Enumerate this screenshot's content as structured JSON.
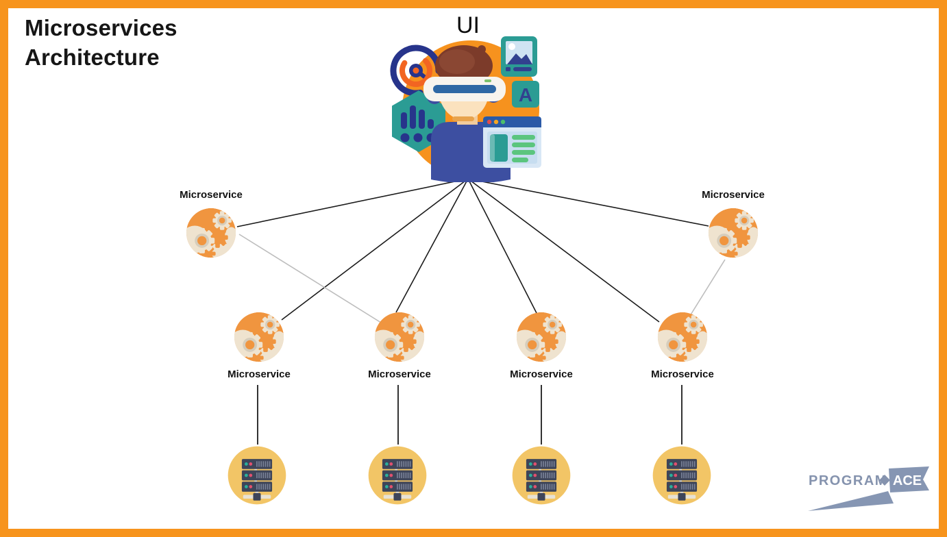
{
  "title": {
    "line1": "Microservices",
    "line2": "Architecture"
  },
  "ui_node": {
    "label": "UI",
    "letter_tile": "A"
  },
  "nodes": [
    {
      "id": "ms-top-left",
      "label": "Microservice"
    },
    {
      "id": "ms-top-right",
      "label": "Microservice"
    },
    {
      "id": "ms-mid-1",
      "label": "Microservice"
    },
    {
      "id": "ms-mid-2",
      "label": "Microservice"
    },
    {
      "id": "ms-mid-3",
      "label": "Microservice"
    },
    {
      "id": "ms-mid-4",
      "label": "Microservice"
    }
  ],
  "servers": [
    {
      "id": "server-1",
      "icon": "server-icon"
    },
    {
      "id": "server-2",
      "icon": "server-icon"
    },
    {
      "id": "server-3",
      "icon": "server-icon"
    },
    {
      "id": "server-4",
      "icon": "server-icon"
    }
  ],
  "edges": {
    "black": [
      [
        683,
        261,
        346,
        331
      ],
      [
        683,
        261,
        411,
        467
      ],
      [
        683,
        261,
        578,
        456
      ],
      [
        683,
        261,
        783,
        457
      ],
      [
        683,
        261,
        962,
        470
      ],
      [
        683,
        261,
        1034,
        330
      ]
    ],
    "gray": [
      [
        349,
        342,
        556,
        471
      ],
      [
        1058,
        379,
        1007,
        461
      ]
    ],
    "vertical": [
      [
        376,
        562,
        376,
        649
      ],
      [
        581,
        562,
        581,
        649
      ],
      [
        790,
        562,
        790,
        649
      ],
      [
        995,
        562,
        995,
        649
      ]
    ]
  },
  "colors": {
    "border": "#F7941D",
    "line_black": "#1b1b1b",
    "line_gray": "#bdbdbd",
    "icon_orange": "#F0953F",
    "icon_cream": "#EFE3CF",
    "server_yellow": "#F2C566",
    "server_navy": "#3E4559",
    "teal": "#2B9C94",
    "navy": "#32418F",
    "logo_blue": "#8696B3"
  },
  "logo": {
    "program": "PROGRAM",
    "ace": "ACE"
  }
}
